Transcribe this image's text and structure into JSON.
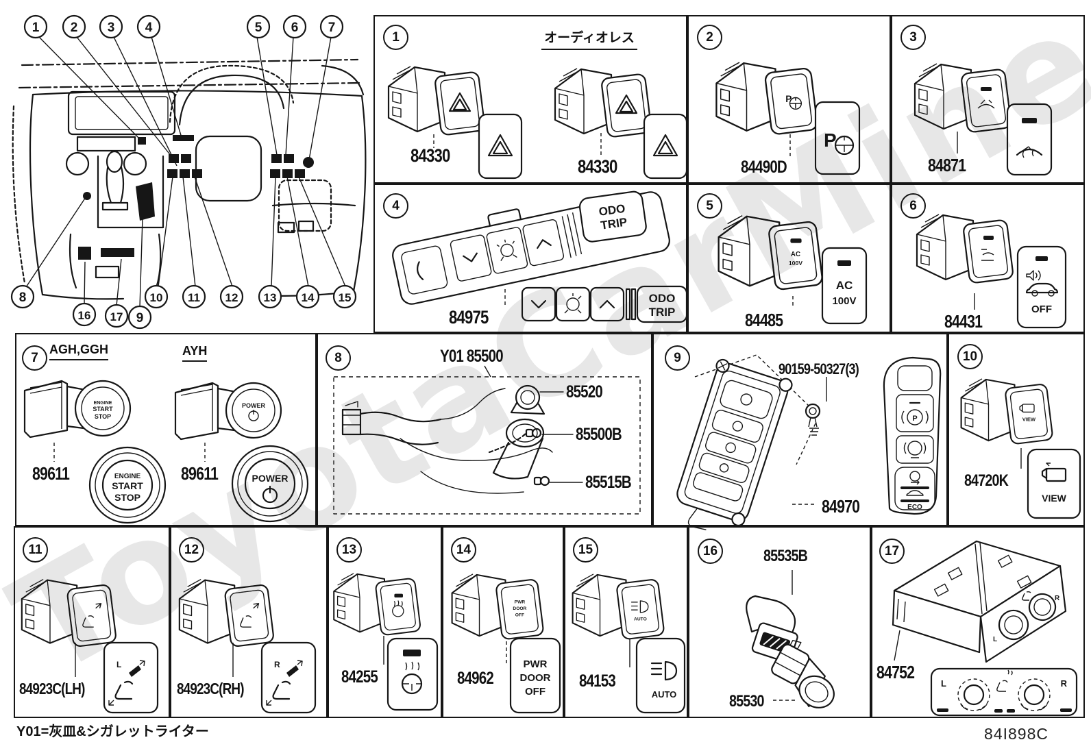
{
  "watermark": "ToyotaCarMine.ru",
  "footnote": "Y01=灰皿&シガレットライター",
  "drawing_code": "84I898C",
  "callouts": {
    "n1": "1",
    "n2": "2",
    "n3": "3",
    "n4": "4",
    "n5": "5",
    "n6": "6",
    "n7": "7",
    "n8": "8",
    "n9": "9",
    "n10": "10",
    "n11": "11",
    "n12": "12",
    "n13": "13",
    "n14": "14",
    "n15": "15",
    "n16": "16",
    "n17": "17"
  },
  "cells": {
    "cell1": {
      "num": "1",
      "header": "オーディオレス",
      "part_left": "84330",
      "part_right": "84330"
    },
    "cell2": {
      "num": "2",
      "part": "84490D",
      "p": "P"
    },
    "cell3": {
      "num": "3",
      "part": "84871"
    },
    "cell4": {
      "num": "4",
      "part": "84975",
      "odo": "ODO",
      "trip": "TRIP"
    },
    "cell5": {
      "num": "5",
      "part": "84485",
      "ac": "AC",
      "volt": "100V"
    },
    "cell6": {
      "num": "6",
      "part": "84431",
      "off": "OFF"
    },
    "cell7": {
      "num": "7",
      "group_left": "AGH,GGH",
      "group_right": "AYH",
      "part_left": "89611",
      "part_right": "89611",
      "engine": "ENGINE",
      "start": "START",
      "stop": "STOP",
      "power": "POWER"
    },
    "cell8": {
      "num": "8",
      "title": "Y01 85500",
      "part_assy": "85520",
      "part_bulb": "85500B",
      "part_socket_bulb": "85515B"
    },
    "cell9": {
      "num": "9",
      "screw": "90159-50327(3)",
      "part": "84970",
      "p": "P",
      "eco": "ECO"
    },
    "cell10": {
      "num": "10",
      "part": "84720K",
      "view": "VIEW"
    },
    "cell11": {
      "num": "11",
      "part": "84923C(LH)",
      "side": "L"
    },
    "cell12": {
      "num": "12",
      "part": "84923C(RH)",
      "side": "R"
    },
    "cell13": {
      "num": "13",
      "part": "84255"
    },
    "cell14": {
      "num": "14",
      "part": "84962",
      "line1": "PWR",
      "line2": "DOOR",
      "line3": "OFF"
    },
    "cell15": {
      "num": "15",
      "part": "84153",
      "auto": "AUTO"
    },
    "cell16": {
      "num": "16",
      "part_cap": "85535B",
      "part_socket": "85530"
    },
    "cell17": {
      "num": "17",
      "part": "84752",
      "left": "L",
      "right": "R"
    }
  }
}
